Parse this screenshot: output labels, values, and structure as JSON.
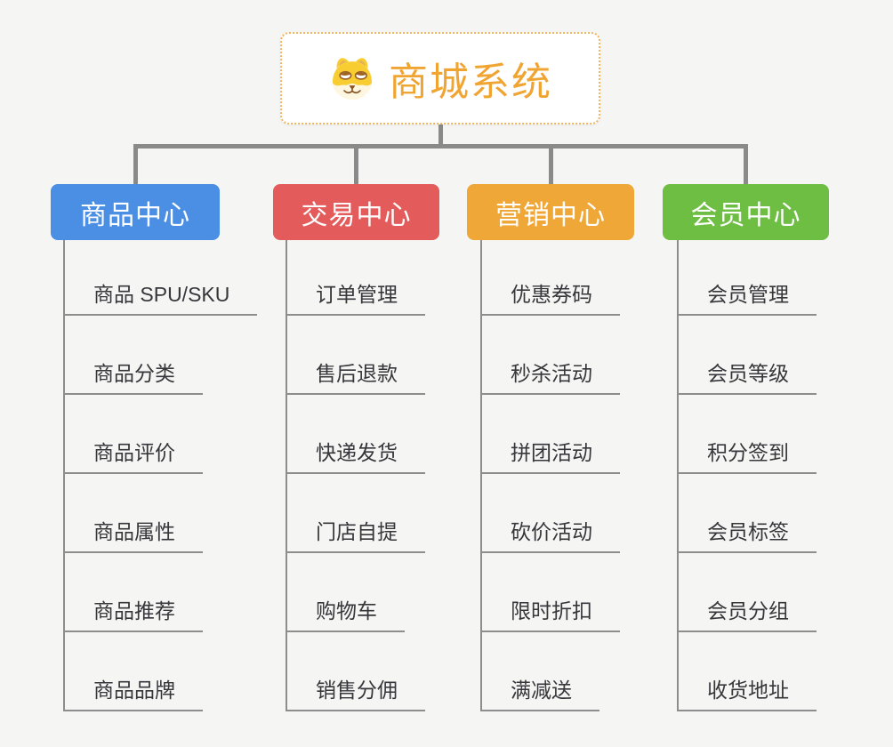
{
  "root": {
    "title": "商城系统",
    "icon": "doge-icon",
    "accent_color": "#f0a431",
    "border_color": "#f2b45c"
  },
  "branches": [
    {
      "label": "商品中心",
      "color": "#4a8fe4",
      "items": [
        "商品 SPU/SKU",
        "商品分类",
        "商品评价",
        "商品属性",
        "商品推荐",
        "商品品牌"
      ]
    },
    {
      "label": "交易中心",
      "color": "#e45b5b",
      "items": [
        "订单管理",
        "售后退款",
        "快递发货",
        "门店自提",
        "购物车",
        "销售分佣"
      ]
    },
    {
      "label": "营销中心",
      "color": "#efa838",
      "items": [
        "优惠券码",
        "秒杀活动",
        "拼团活动",
        "砍价活动",
        "限时折扣",
        "满减送"
      ]
    },
    {
      "label": "会员中心",
      "color": "#6fbe44",
      "items": [
        "会员管理",
        "会员等级",
        "积分签到",
        "会员标签",
        "会员分组",
        "收货地址"
      ]
    }
  ],
  "connector_color": "#8a8a8a"
}
